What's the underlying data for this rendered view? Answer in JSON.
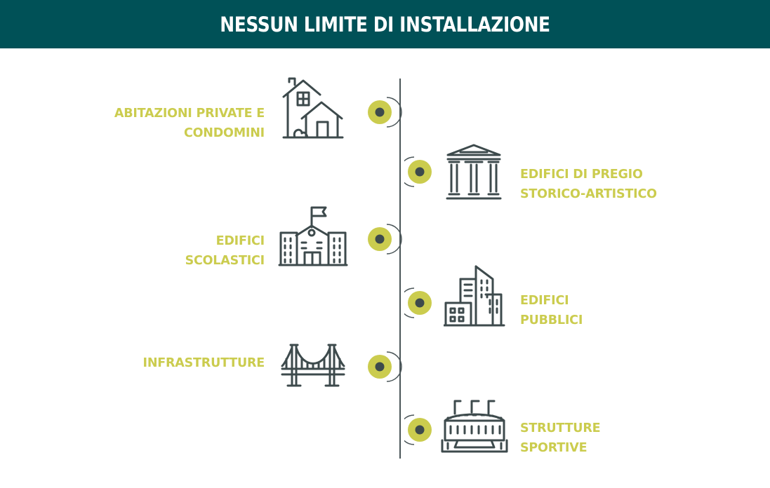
{
  "header": {
    "title": "NESSUN LIMITE DI INSTALLAZIONE"
  },
  "colors": {
    "header_bg": "#005157",
    "accent": "#cbcc4e",
    "icon": "#3d4a4c"
  },
  "items": [
    {
      "side": "left",
      "icon": "house-icon",
      "lines": [
        "ABITAZIONI PRIVATE E",
        "CONDOMINI"
      ]
    },
    {
      "side": "right",
      "icon": "temple-icon",
      "lines": [
        "EDIFICI DI PREGIO",
        "STORICO-ARTISTICO"
      ]
    },
    {
      "side": "left",
      "icon": "school-icon",
      "lines": [
        "EDIFICI",
        "SCOLASTICI"
      ]
    },
    {
      "side": "right",
      "icon": "buildings-icon",
      "lines": [
        "EDIFICI",
        "PUBBLICI"
      ]
    },
    {
      "side": "left",
      "icon": "bridge-icon",
      "lines": [
        "INFRASTRUTTURE"
      ]
    },
    {
      "side": "right",
      "icon": "stadium-icon",
      "lines": [
        "STRUTTURE",
        "SPORTIVE"
      ]
    }
  ]
}
